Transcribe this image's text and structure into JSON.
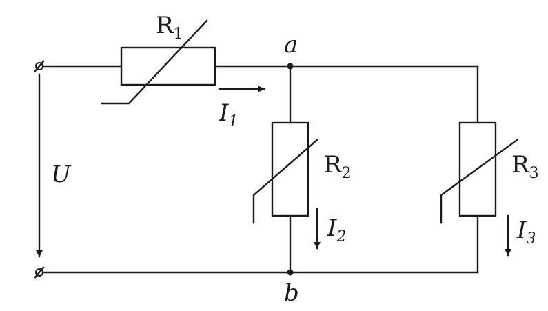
{
  "circuit": {
    "resistors": {
      "r1": {
        "letter": "R",
        "sub": "1"
      },
      "r2": {
        "letter": "R",
        "sub": "2"
      },
      "r3": {
        "letter": "R",
        "sub": "3"
      }
    },
    "currents": {
      "i1": {
        "letter": "I",
        "sub": "1"
      },
      "i2": {
        "letter": "I",
        "sub": "2"
      },
      "i3": {
        "letter": "I",
        "sub": "3"
      }
    },
    "nodes": {
      "a": "a",
      "b": "b"
    },
    "voltage": "U"
  }
}
